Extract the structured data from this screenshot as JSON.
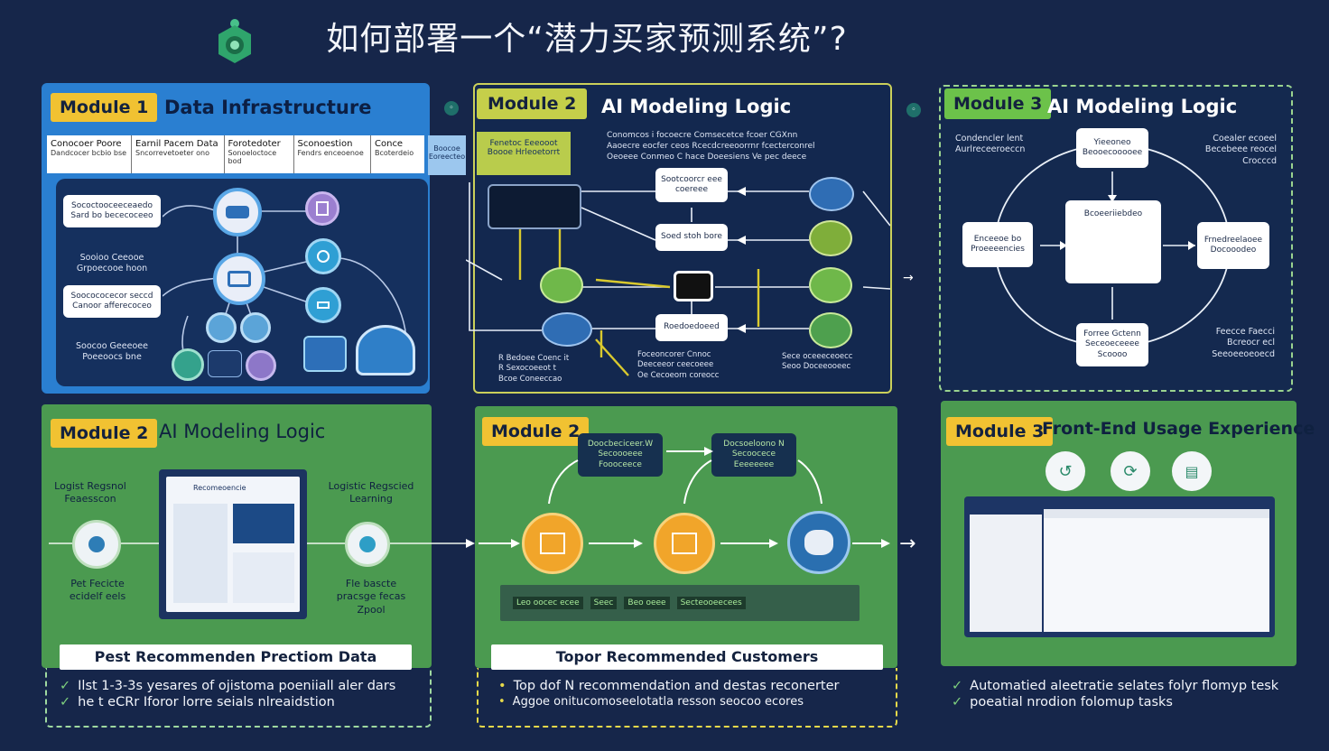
{
  "title": "如何部署一个“潜力买家预测系统”?",
  "colors": {
    "bg": "#16264a",
    "blue_panel": "#2a7fd1",
    "green_panel": "#4b9a50",
    "badge": "#f1c232"
  },
  "module1": {
    "badge": "Module 1",
    "title": "Data Infrastructure",
    "table_headers": [
      "Conocoer Poore",
      "Earnil Pacem Data",
      "Forotedoter",
      "Sconoestion",
      "Conce"
    ],
    "table_sub": [
      "Dandcocer bcbio bse",
      "Sncorrevetoeter ono",
      "Sonoeloctoce bod",
      "Fendrs enceoenoe",
      "Bcoterdeio"
    ],
    "side_label": [
      "Boocoe",
      "Eoreecteo"
    ],
    "boxes": [
      "Sococtooceeceaedo Sard bo bececoceeo",
      "Soocococecor seccd Canoor afferecoceo"
    ],
    "labels": [
      "Sooioo Ceeooe Grpoecooe hoon",
      "Soocoo Geeeoee Poeeoocs bne"
    ]
  },
  "module2a": {
    "badge": "Module 2",
    "title": "AI Modeling Logic",
    "tag": [
      "Fenetoc Eeeooot",
      "Boooe Hrleoetorrt"
    ],
    "desc": [
      "Conomcos i focoecre Comsecetce fcoer CGXnn",
      "Aaoecre eocfer ceos Rcecdcreeoorrnr fcecterconrel",
      "Oeoeee Conmeo C hace Doeesiens Ve pec deece"
    ],
    "nodes": [
      "Sootcoorcr eee coereee",
      "Soed stoh bore",
      "Roedoedoeed"
    ],
    "notes": [
      "R Bedoee Coenc it",
      "R Sexocoeeot t",
      "Bcoe Coneeccao",
      "Foceoncorer Cnnoc",
      "Deeceeor ceecoeee",
      "Oe Cecoeorn coreocc"
    ],
    "right_labels": [
      "Sece oceeeceoecc",
      "Seoo Doceeooeec"
    ]
  },
  "module3a": {
    "badge": "Module 3",
    "title": "AI Modeling Logic",
    "nodes": [
      "Yieeoneo Beooecooooee",
      "Enceeoe bo Proeeeencies",
      "Bcoeeriiebdeo",
      "Frnedreelaoee Docooodeo",
      "Forree Gctenn Seceoeceeee Scoooo"
    ],
    "corners": [
      "Condencler lent Aurlreceeroeccn",
      "Coealer ecoeel Becebeee reocel Crocccd",
      "Feecce Faecci Bcreocr ecl Seeoeeoeoecd"
    ]
  },
  "module2b": {
    "badge": "Module 2",
    "title": "AI Modeling Logic",
    "left_label_top": [
      "Logist Regsnol",
      "Feaesscon"
    ],
    "left_label_bottom": [
      "Pet Fecicte",
      "ecidelf eels"
    ],
    "right_label_top": [
      "Logistic Regscied",
      "Learning"
    ],
    "right_label_bottom": [
      "Fle bascte",
      "pracsge fecas",
      "Zpool"
    ],
    "screen_title": "Recomeoencie",
    "banner": "Pest Recommenden Prectiom Data",
    "bullets": [
      "Ilst 1-3-3s yesares of ojistoma poeniiall aler dars",
      "he t eCRr Iforor lorre seials nlreaidstion"
    ]
  },
  "module2c": {
    "badge": "Module 2",
    "boxes": [
      "Doocbeciceer.W Secoooeee Foooceece",
      "Docsoeloono N Secoocece Eeeeeeee"
    ],
    "tags": [
      "Leo oocec ecee",
      "Seec",
      "Beo oeee",
      "Secteooeecees"
    ],
    "banner": "Topor Recommended Customers",
    "bullets": [
      "Top dof N  recommendation and destas reconerter",
      "Aggoe onitucomoseelotatla resson seocoo ecores"
    ]
  },
  "module3b": {
    "badge": "Module 3",
    "title": "Front-End Usage Experience",
    "bullets": [
      "Automatied aleetratie selates folyr flomyp tesk",
      "poeatial nrodion folomup tasks"
    ]
  }
}
